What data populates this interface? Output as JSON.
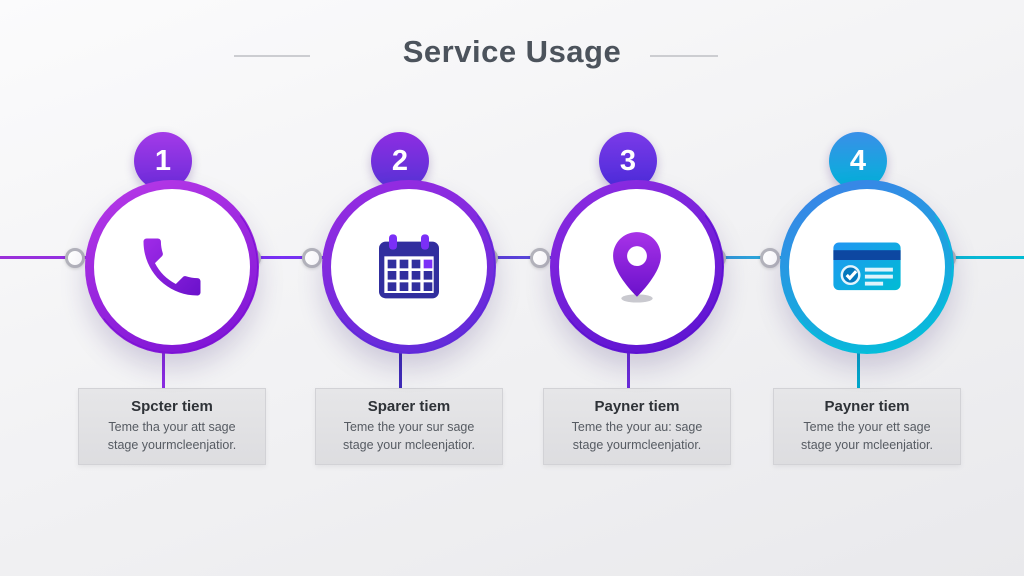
{
  "page": {
    "title": "Service Usage",
    "background": "#f2f2f4"
  },
  "timeline": {
    "gradient": [
      "#9b30d9",
      "#7b2ff7",
      "#5a40d9",
      "#2aa8d9",
      "#00bcd4"
    ]
  },
  "steps": [
    {
      "number": "1",
      "icon": "phone-icon",
      "heading": "Spcter tiem",
      "description_line1": "Teme tha your att sage",
      "description_line2": "stage yourmcleenjatior.",
      "colors": {
        "ring_from": "#b83ae8",
        "ring_to": "#7a12d4",
        "badge_from": "#a43ae8",
        "badge_to": "#6a2bd9",
        "drop_line": "#8a2be2",
        "icon": "#7a1fd0"
      }
    },
    {
      "number": "2",
      "icon": "calendar-icon",
      "heading": "Sparer tiem",
      "description_line1": "Teme the your sur sage",
      "description_line2": "stage your mcleenjatior.",
      "colors": {
        "ring_from": "#9a2be2",
        "ring_to": "#5c2bd9",
        "badge_from": "#8e2de2",
        "badge_to": "#5533d6",
        "drop_line": "#3f2bb8",
        "icon": "#312e9e"
      }
    },
    {
      "number": "3",
      "icon": "location-pin-icon",
      "heading": "Payner tiem",
      "description_line1": "Teme the your au: sage",
      "description_line2": "stage yourmcleenjatior.",
      "colors": {
        "ring_from": "#8e2de2",
        "ring_to": "#5a12d0",
        "badge_from": "#7b3ae8",
        "badge_to": "#4a2bd9",
        "drop_line": "#6a2bd9",
        "icon": "#7b2ff7"
      }
    },
    {
      "number": "4",
      "icon": "credit-card-icon",
      "heading": "Payner tiem",
      "description_line1": "Teme the your ett sage",
      "description_line2": "stage your mcleenjatior.",
      "colors": {
        "ring_from": "#3f7fe8",
        "ring_to": "#00c2d9",
        "badge_from": "#3a8fe8",
        "badge_to": "#00b4d9",
        "drop_line": "#00a8cc",
        "icon": "#1e88c7"
      }
    }
  ]
}
